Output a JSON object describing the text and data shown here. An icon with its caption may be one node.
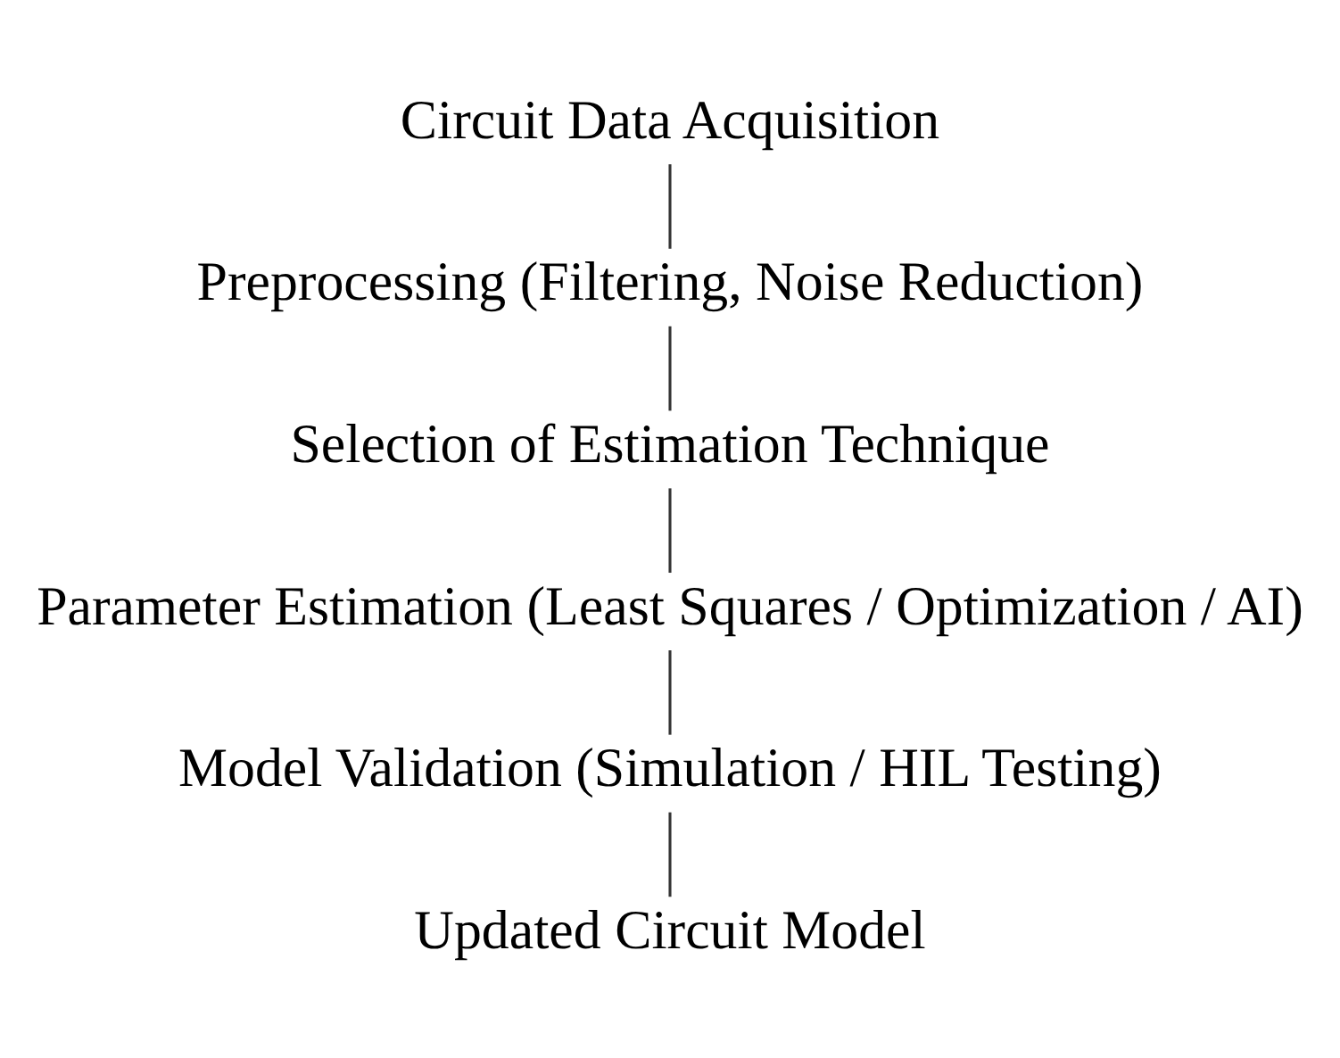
{
  "diagram": {
    "nodes": [
      {
        "text": [
          "Circuit Data Acquisition"
        ]
      },
      {
        "text": [
          "Preprocessing (Filtering, Noise Reduction)"
        ]
      },
      {
        "text": [
          "Selection of Estimation Technique"
        ]
      },
      {
        "text": [
          "Parameter Estimation (Least Squares / Optimization / AI)"
        ]
      },
      {
        "text": [
          "Model Validation (Simulation / HIL Testing)"
        ]
      },
      {
        "text": [
          "Updated Circuit Model"
        ]
      }
    ],
    "edges": [
      {
        "from": 0,
        "to": 1,
        "arrow": "none"
      },
      {
        "from": 1,
        "to": 2,
        "arrow": "none"
      },
      {
        "from": 2,
        "to": 3,
        "arrow": "none"
      },
      {
        "from": 3,
        "to": 4,
        "arrow": "none"
      },
      {
        "from": 4,
        "to": 5,
        "arrow": "none"
      }
    ]
  }
}
